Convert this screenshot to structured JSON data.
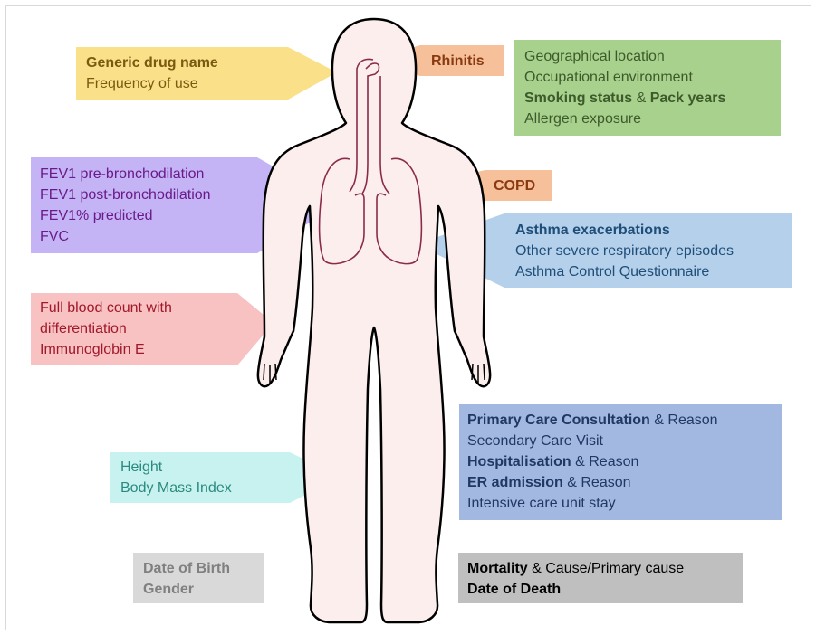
{
  "colors": {
    "body_fill": "#fdeeee",
    "body_stroke": "#000000",
    "lung_stroke": "#8a2b4a",
    "drug_box": "#fbe08a",
    "drug_text": "#7a5a10",
    "rhinitis_box": "#f5c09a",
    "rhinitis_text": "#8a3a10",
    "environment_box": "#a9d18e",
    "environment_text": "#3d5a2a",
    "spirometry_box": "#c5b4f5",
    "spirometry_text": "#6a1a8a",
    "copd_box": "#f5c09a",
    "copd_text": "#8a3a10",
    "asthma_box": "#b4d0ea",
    "asthma_text": "#1f4e79",
    "blood_box": "#f8c2c2",
    "blood_text": "#a0182a",
    "anthro_box": "#c8f2ef",
    "anthro_text": "#2a8a80",
    "healthcare_box": "#a3b8e0",
    "healthcare_text": "#1f3864",
    "demographics_box": "#d9d9d9",
    "demographics_text": "#808080",
    "mortality_box": "#bfbfbf",
    "mortality_text": "#000000"
  },
  "drug_use": {
    "line1": "Generic drug name",
    "line2": "Frequency of use"
  },
  "rhinitis": {
    "label": "Rhinitis"
  },
  "environment": {
    "line1": "Geographical location",
    "line2": "Occupational environment",
    "line3_a": "Smoking status",
    "line3_b": " & ",
    "line3_c": "Pack years",
    "line4": "Allergen exposure"
  },
  "spirometry": {
    "line1": "FEV1 pre-bronchodilation",
    "line2": "FEV1 post-bronchodilation",
    "line3": "FEV1% predicted",
    "line4": "FVC"
  },
  "copd": {
    "label": "COPD"
  },
  "asthma": {
    "line1": "Asthma exacerbations",
    "line2": "Other severe respiratory episodes",
    "line3": "Asthma Control Questionnaire"
  },
  "blood": {
    "line1": "Full blood count with",
    "line2": "differentiation",
    "line3": "Immunoglobin E"
  },
  "anthropometrics": {
    "line1": "Height",
    "line2": "Body Mass Index"
  },
  "healthcare": {
    "line1_a": "Primary Care Consultation",
    "line1_b": " & Reason",
    "line2": "Secondary Care Visit",
    "line3_a": "Hospitalisation",
    "line3_b": " & Reason",
    "line4_a": "ER admission",
    "line4_b": " & Reason",
    "line5": "Intensive care unit stay"
  },
  "demographics": {
    "line1": "Date of Birth",
    "line2": "Gender"
  },
  "mortality": {
    "line1_a": "Mortality",
    "line1_b": " & Cause/Primary cause",
    "line2": "Date of Death"
  }
}
